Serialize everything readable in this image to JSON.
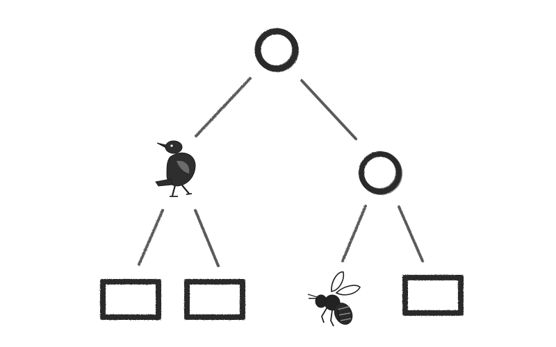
{
  "diagram": {
    "kind": "binary-tree",
    "style": "hand-drawn-sketch",
    "colors": {
      "ink": "#2b2b2b",
      "edge": "#5a5a5a",
      "background": "#ffffff"
    },
    "nodes": [
      {
        "id": "root",
        "shape": "circle"
      },
      {
        "id": "left-child",
        "shape": "image",
        "icon": "bird-icon"
      },
      {
        "id": "right-child",
        "shape": "circle"
      },
      {
        "id": "leaf-1",
        "shape": "rectangle"
      },
      {
        "id": "leaf-2",
        "shape": "rectangle"
      },
      {
        "id": "leaf-3",
        "shape": "image",
        "icon": "bee-icon"
      },
      {
        "id": "leaf-4",
        "shape": "rectangle"
      }
    ],
    "edges": [
      {
        "from": "root",
        "to": "left-child"
      },
      {
        "from": "root",
        "to": "right-child"
      },
      {
        "from": "left-child",
        "to": "leaf-1"
      },
      {
        "from": "left-child",
        "to": "leaf-2"
      },
      {
        "from": "right-child",
        "to": "leaf-3"
      },
      {
        "from": "right-child",
        "to": "leaf-4"
      }
    ]
  }
}
